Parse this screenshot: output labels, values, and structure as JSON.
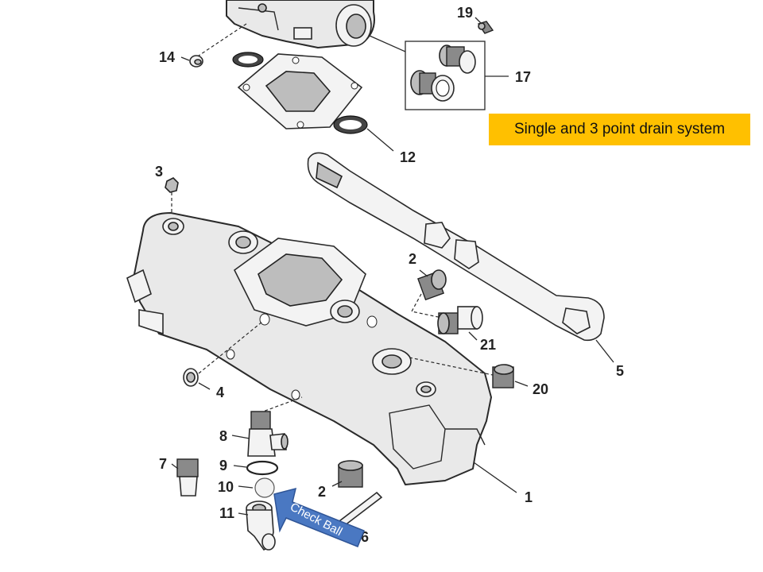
{
  "caption": "Single and 3 point drain system",
  "callout": "Check Ball",
  "callout_color": "#4a78c2",
  "caption_bg": "#ffc000",
  "part_numbers": {
    "p19": "19",
    "p14": "14",
    "p17": "17",
    "p12": "12",
    "p3": "3",
    "p2a": "2",
    "p21": "21",
    "p5": "5",
    "p20": "20",
    "p4": "4",
    "p8": "8",
    "p7": "7",
    "p9": "9",
    "p10": "10",
    "p2b": "2",
    "p1": "1",
    "p11": "11",
    "p6": "6"
  }
}
